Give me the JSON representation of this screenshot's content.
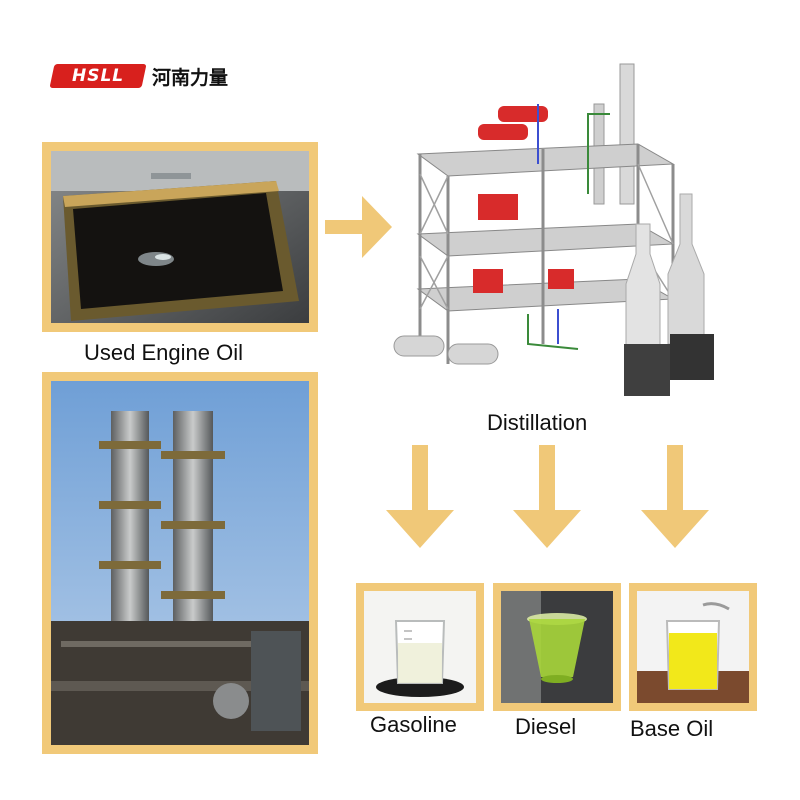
{
  "logo": {
    "badge_text": "HSLL",
    "company_name": "河南力量"
  },
  "labels": {
    "used_engine_oil": "Used Engine Oil",
    "distillation": "Distillation",
    "gasoline": "Gasoline",
    "diesel": "Diesel",
    "base_oil": "Base Oil"
  },
  "colors": {
    "frame": "#f1c979",
    "arrow": "#f0c878",
    "logo_red": "#d8201d",
    "gasoline_liquid": "#eef0d8",
    "diesel_liquid": "#a8d63a",
    "base_oil_liquid": "#f2e81a"
  }
}
